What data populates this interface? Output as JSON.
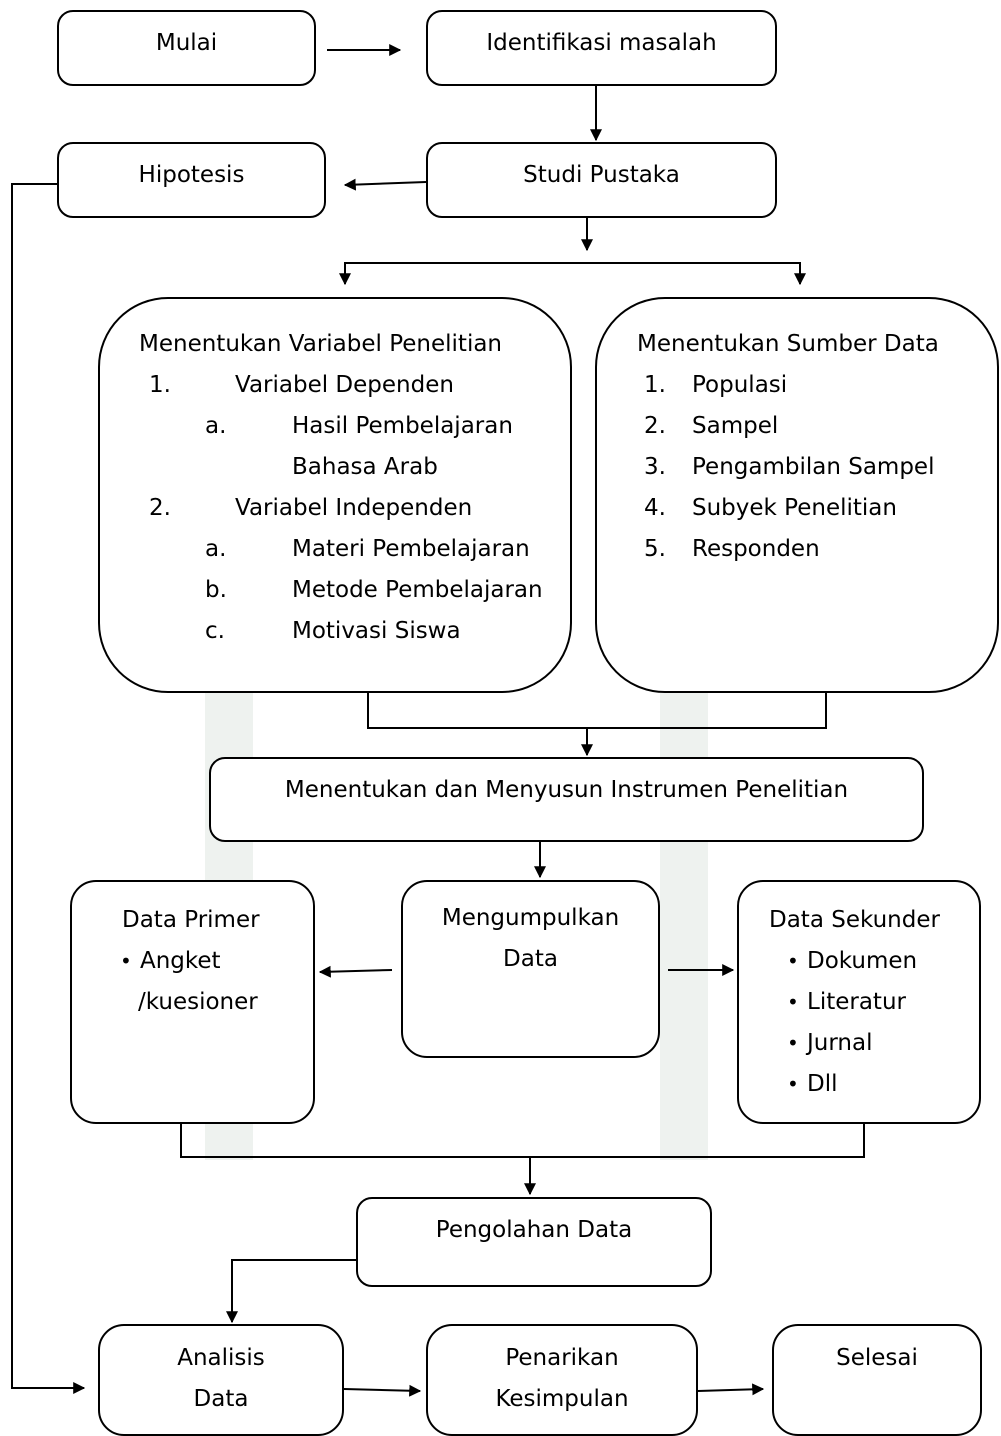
{
  "nodes": {
    "mulai": "Mulai",
    "identifikasi": "Identifikasi masalah",
    "hipotesis": "Hipotesis",
    "studi_pustaka": "Studi Pustaka",
    "variabel": {
      "title": "Menentukan Variabel Penelitian",
      "items": [
        {
          "num": "1.",
          "text": "Variabel Dependen"
        },
        {
          "num": "a.",
          "text": "Hasil Pembelajaran"
        },
        {
          "num": "",
          "text": "Bahasa Arab"
        },
        {
          "num": "2.",
          "text": "Variabel Independen"
        },
        {
          "num": "a.",
          "text": "Materi Pembelajaran"
        },
        {
          "num": "b.",
          "text": "Metode Pembelajaran"
        },
        {
          "num": "c.",
          "text": "Motivasi Siswa"
        }
      ]
    },
    "sumber": {
      "title": "Menentukan Sumber Data",
      "items": [
        {
          "num": "1.",
          "text": "Populasi"
        },
        {
          "num": "2.",
          "text": "Sampel"
        },
        {
          "num": "3.",
          "text": "Pengambilan Sampel"
        },
        {
          "num": "4.",
          "text": "Subyek Penelitian"
        },
        {
          "num": "5.",
          "text": "Responden"
        }
      ]
    },
    "instrumen": "Menentukan dan Menyusun Instrumen Penelitian",
    "data_primer": {
      "title": "Data Primer",
      "bullet": "•",
      "items": [
        "Angket",
        "/kuesioner"
      ]
    },
    "mengumpulkan": {
      "line1": "Mengumpulkan",
      "line2": "Data"
    },
    "data_sekunder": {
      "title": "Data Sekunder",
      "bullet": "•",
      "items": [
        "Dokumen",
        "Literatur",
        "Jurnal",
        "Dll"
      ]
    },
    "pengolahan": "Pengolahan Data",
    "analisis": {
      "line1": "Analisis",
      "line2": "Data"
    },
    "penarikan": {
      "line1": "Penarikan",
      "line2": "Kesimpulan"
    },
    "selesai": "Selesai"
  }
}
